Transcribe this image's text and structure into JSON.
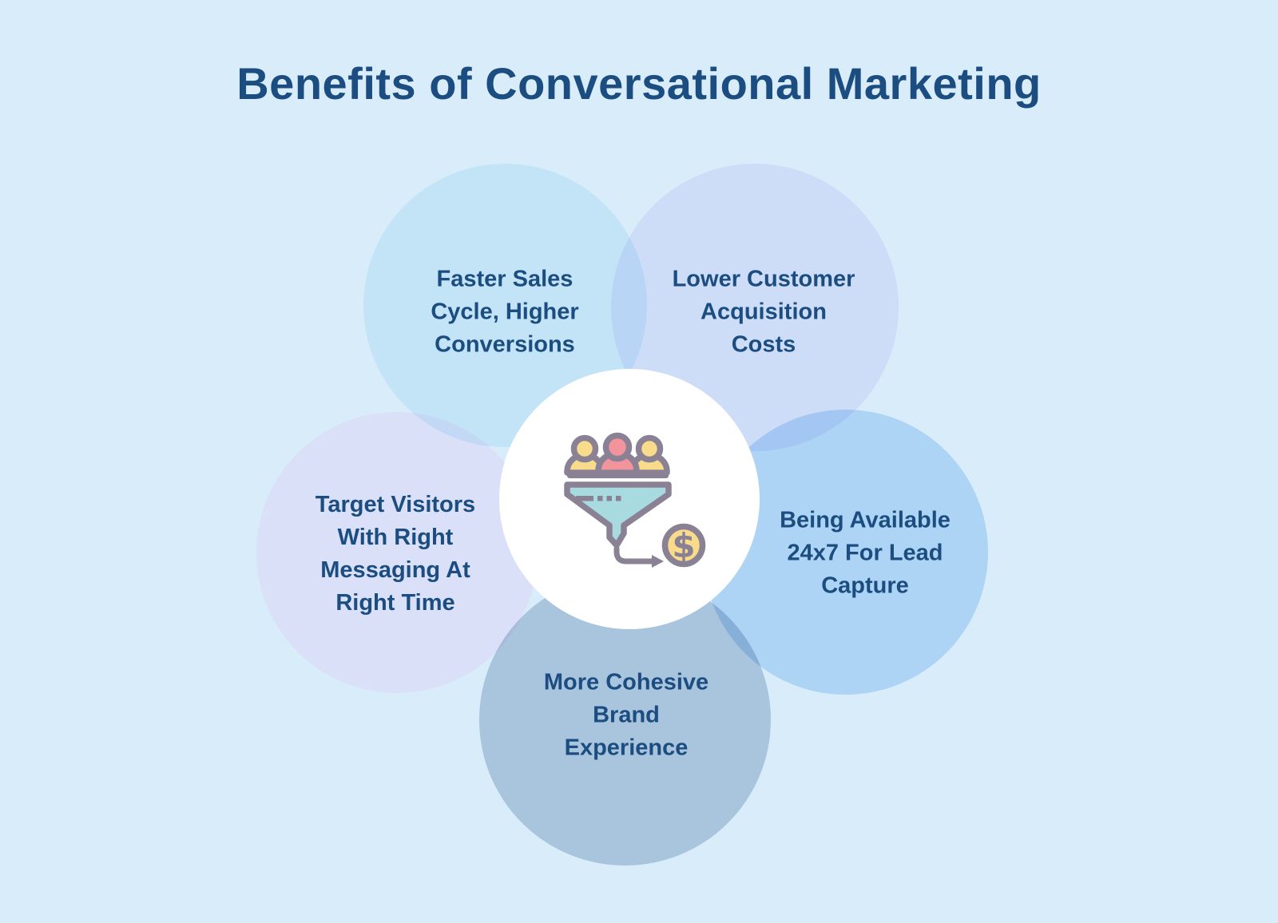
{
  "title": "Benefits of Conversational Marketing",
  "benefits": [
    {
      "position": "top-left",
      "label": "Faster Sales Cycle, Higher Conversions",
      "lines": [
        "Faster Sales",
        "Cycle, Higher",
        "Conversions"
      ],
      "circle_color": "#c4e4f6"
    },
    {
      "position": "top-right",
      "label": "Lower Customer Acquisition Costs",
      "lines": [
        "Lower Customer",
        "Acquisition",
        "Costs"
      ],
      "circle_color": "#cdddf8"
    },
    {
      "position": "left",
      "label": "Target Visitors With Right Messaging At Right Time",
      "lines": [
        "Target Visitors",
        "With Right",
        "Messaging At",
        "Right Time"
      ],
      "circle_color": "#d9dff8"
    },
    {
      "position": "right",
      "label": "Being Available 24x7 For Lead Capture",
      "lines": [
        "Being Available",
        "24x7 For Lead",
        "Capture"
      ],
      "circle_color": "#aed3f3"
    },
    {
      "position": "bottom",
      "label": "More Cohesive Brand Experience",
      "lines": [
        "More Cohesive",
        "Brand",
        "Experience"
      ],
      "circle_color": "#a9c4df"
    }
  ],
  "center_icon": {
    "name": "lead-funnel-dollar-icon",
    "dollar_sign": "$",
    "outline_color": "#8a8294",
    "person_colors": [
      "#f8dc8c",
      "#f2949c",
      "#f8dc8c"
    ],
    "funnel_color": "#a8dbe0",
    "coin_color": "#f8dc8c"
  },
  "colors": {
    "background": "#d9ecfa",
    "title_text": "#1b4d80",
    "benefit_text": "#1b4d80",
    "center_circle": "#ffffff"
  }
}
